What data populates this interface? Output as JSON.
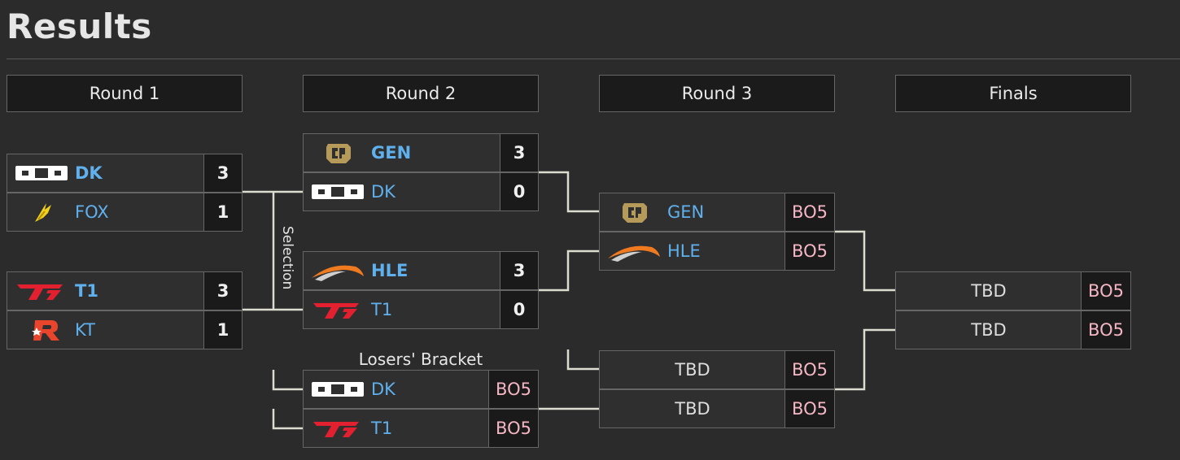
{
  "page": {
    "title": "Results"
  },
  "rounds": [
    {
      "label": "Round 1"
    },
    {
      "label": "Round 2"
    },
    {
      "label": "Round 3"
    },
    {
      "label": "Finals"
    }
  ],
  "labels": {
    "selection": "Selection",
    "losers_bracket": "Losers' Bracket"
  },
  "round1": {
    "match1": {
      "team1": {
        "name": "DK",
        "score": "3",
        "winner": true,
        "logo": "dk-logo"
      },
      "team2": {
        "name": "FOX",
        "score": "1",
        "winner": false,
        "logo": "fox-logo"
      }
    },
    "match2": {
      "team1": {
        "name": "T1",
        "score": "3",
        "winner": true,
        "logo": "t1-logo"
      },
      "team2": {
        "name": "KT",
        "score": "1",
        "winner": false,
        "logo": "kt-logo"
      }
    }
  },
  "round2": {
    "match1": {
      "team1": {
        "name": "GEN",
        "score": "3",
        "winner": true,
        "logo": "gen-logo"
      },
      "team2": {
        "name": "DK",
        "score": "0",
        "winner": false,
        "logo": "dk-logo"
      }
    },
    "match2": {
      "team1": {
        "name": "HLE",
        "score": "3",
        "winner": true,
        "logo": "hle-logo"
      },
      "team2": {
        "name": "T1",
        "score": "0",
        "winner": false,
        "logo": "t1-logo"
      }
    },
    "losers": {
      "team1": {
        "name": "DK",
        "format": "BO5",
        "logo": "dk-logo"
      },
      "team2": {
        "name": "T1",
        "format": "BO5",
        "logo": "t1-logo"
      }
    }
  },
  "round3": {
    "match1": {
      "team1": {
        "name": "GEN",
        "format": "BO5",
        "logo": "gen-logo"
      },
      "team2": {
        "name": "HLE",
        "format": "BO5",
        "logo": "hle-logo"
      }
    },
    "match2": {
      "team1": {
        "name": "TBD",
        "format": "BO5"
      },
      "team2": {
        "name": "TBD",
        "format": "BO5"
      }
    }
  },
  "finals": {
    "team1": {
      "name": "TBD",
      "format": "BO5"
    },
    "team2": {
      "name": "TBD",
      "format": "BO5"
    }
  },
  "colors": {
    "background": "#2b2b2b",
    "team_name": "#5fb0ec",
    "bo_text": "#f5b6c4",
    "line": "#dcdcd0",
    "t1_red": "#e2202f",
    "gen_gold": "#b59a5a",
    "hle_orange": "#f07a20"
  }
}
